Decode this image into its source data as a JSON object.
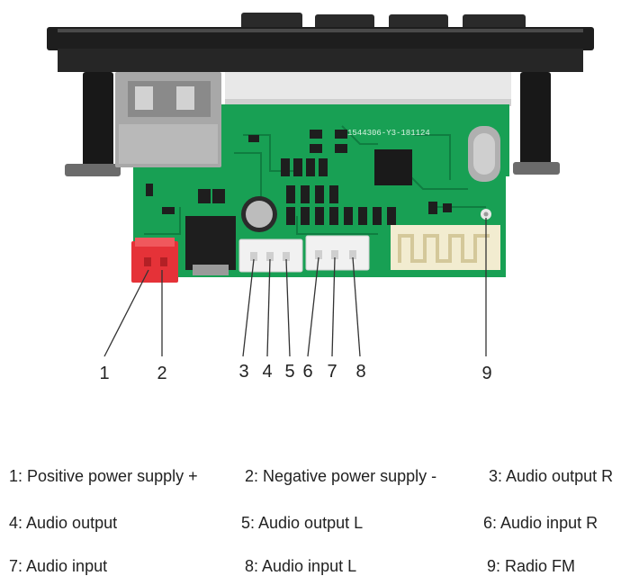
{
  "board": {
    "chip_text": "1544306-Y3-181124",
    "colors": {
      "pcb": "#18a054",
      "pcb_dark": "#0f7d41",
      "bezel": "#1e1e1e",
      "usb": "#a8a8a8",
      "power_connector": "#e53238",
      "white_connector": "#f1f1f1",
      "antenna": "#f2ecd0",
      "line": "#333333"
    }
  },
  "callouts": [
    {
      "num": "1"
    },
    {
      "num": "2"
    },
    {
      "num": "3"
    },
    {
      "num": "4"
    },
    {
      "num": "5"
    },
    {
      "num": "6"
    },
    {
      "num": "7"
    },
    {
      "num": "8"
    },
    {
      "num": "9"
    }
  ],
  "legend": [
    {
      "text": "1: Positive power supply +"
    },
    {
      "text": "2: Negative power supply -"
    },
    {
      "text": "3: Audio output R"
    },
    {
      "text": "4: Audio output"
    },
    {
      "text": "5: Audio output L"
    },
    {
      "text": "6: Audio input R"
    },
    {
      "text": "7: Audio input"
    },
    {
      "text": "8: Audio input L"
    },
    {
      "text": "9: Radio FM"
    }
  ]
}
